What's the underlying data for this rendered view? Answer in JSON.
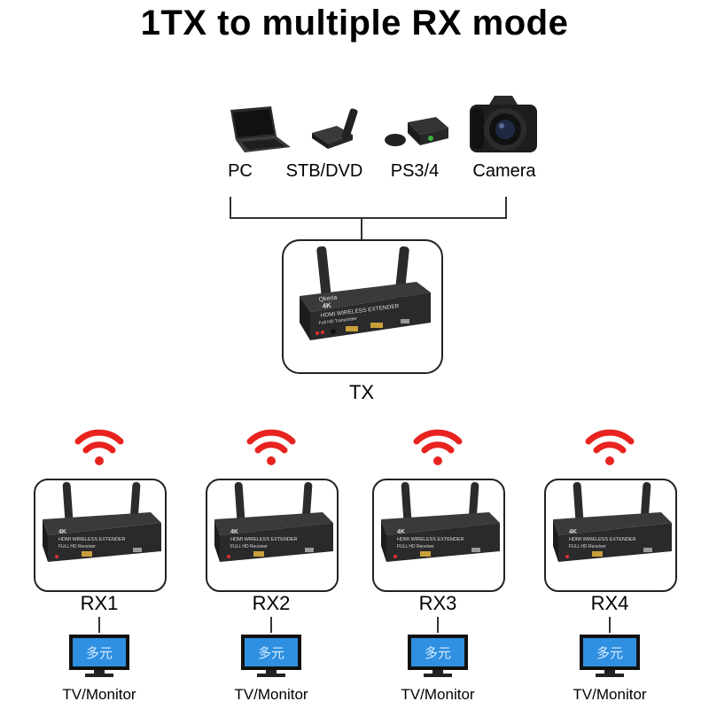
{
  "title": "1TX to multiple RX mode",
  "sources": [
    {
      "label": "PC",
      "icon": "laptop-icon"
    },
    {
      "label": "STB/DVD",
      "icon": "set-top-box-icon"
    },
    {
      "label": "PS3/4",
      "icon": "game-console-icon"
    },
    {
      "label": "Camera",
      "icon": "camera-icon"
    }
  ],
  "tx": {
    "label": "TX",
    "device_brand": "Qkeria",
    "device_model": "4K",
    "device_name": "HDMI WIRELESS EXTENDER",
    "device_sub": "Full HD Transmitter"
  },
  "receivers": [
    {
      "label": "RX1",
      "output": "TV/Monitor"
    },
    {
      "label": "RX2",
      "output": "TV/Monitor"
    },
    {
      "label": "RX3",
      "output": "TV/Monitor"
    },
    {
      "label": "RX4",
      "output": "TV/Monitor"
    }
  ],
  "rx_device": {
    "model": "4K",
    "name": "HDMI WIRELESS EXTENDER",
    "sub": "FULL HD Receiver"
  },
  "watermark": "多元",
  "colors": {
    "wifi": "#e8231f",
    "device_body": "#2a2a2c",
    "screen": "#2f8fe0",
    "line": "#333333"
  }
}
